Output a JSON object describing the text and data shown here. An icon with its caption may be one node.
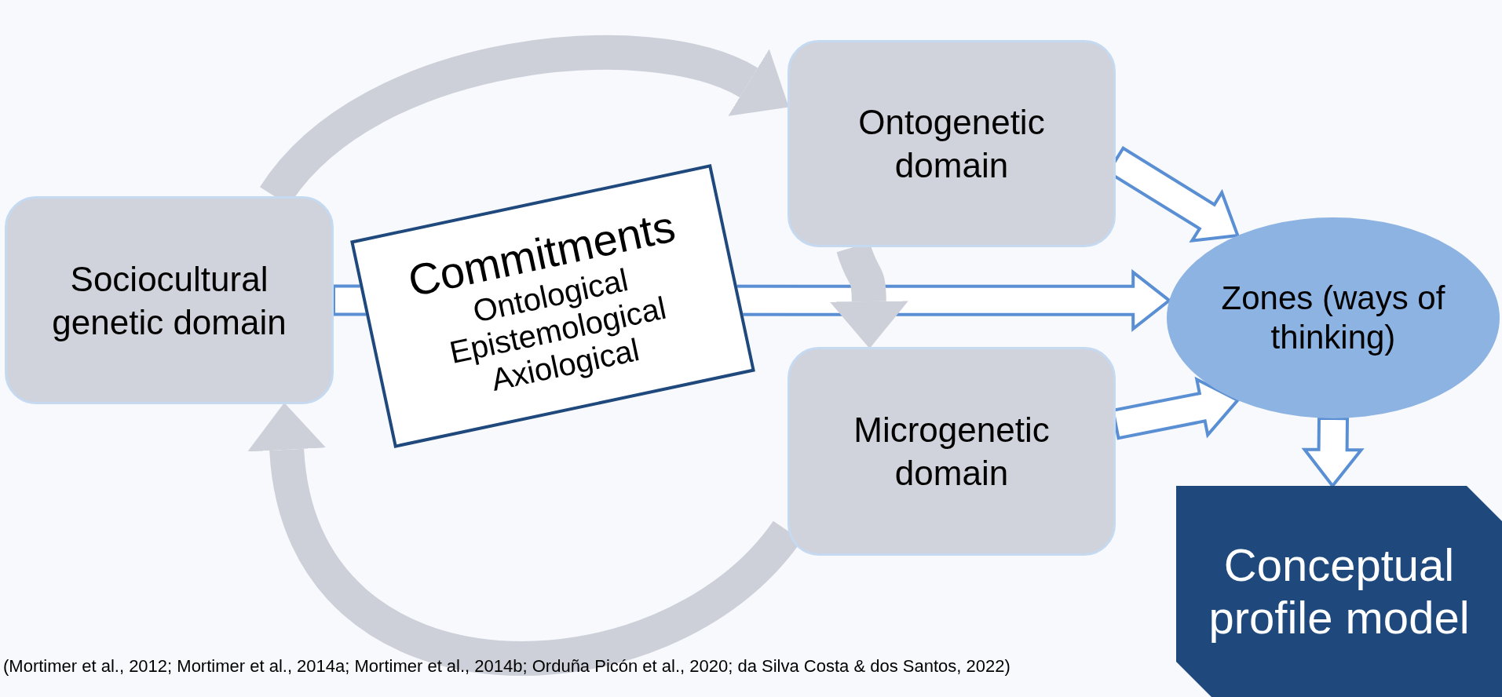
{
  "diagram": {
    "nodes": [
      {
        "text": [
          "Sociocultural genetic domain"
        ]
      },
      {
        "text": [
          "Commitments",
          "Ontological",
          "Epistemological",
          "Axiological"
        ]
      },
      {
        "text": [
          "Ontogenetic domain"
        ]
      },
      {
        "text": [
          "Microgenetic domain"
        ]
      },
      {
        "text": [
          "Zones (ways of thinking)"
        ]
      },
      {
        "text": [
          "Conceptual profile model"
        ]
      }
    ],
    "edges": [
      {
        "from": 0,
        "to": 4,
        "arrow": "to"
      },
      {
        "from": 2,
        "to": 4,
        "arrow": "to"
      },
      {
        "from": 3,
        "to": 4,
        "arrow": "to"
      },
      {
        "from": 4,
        "to": 5,
        "arrow": "to"
      },
      {
        "from": 0,
        "to": 2,
        "arrow": "to",
        "color": "#cdd0d9"
      },
      {
        "from": 2,
        "to": 3,
        "arrow": "to",
        "color": "#cdd0d9"
      },
      {
        "from": 3,
        "to": 0,
        "arrow": "to",
        "color": "#cdd0d9"
      }
    ],
    "labels": [
      "(Mortimer et al., 2012; Mortimer et al., 2014a; Mortimer et al., 2014b; Orduña Picón et al., 2020; da Silva Costa & dos Santos, 2022)"
    ]
  }
}
